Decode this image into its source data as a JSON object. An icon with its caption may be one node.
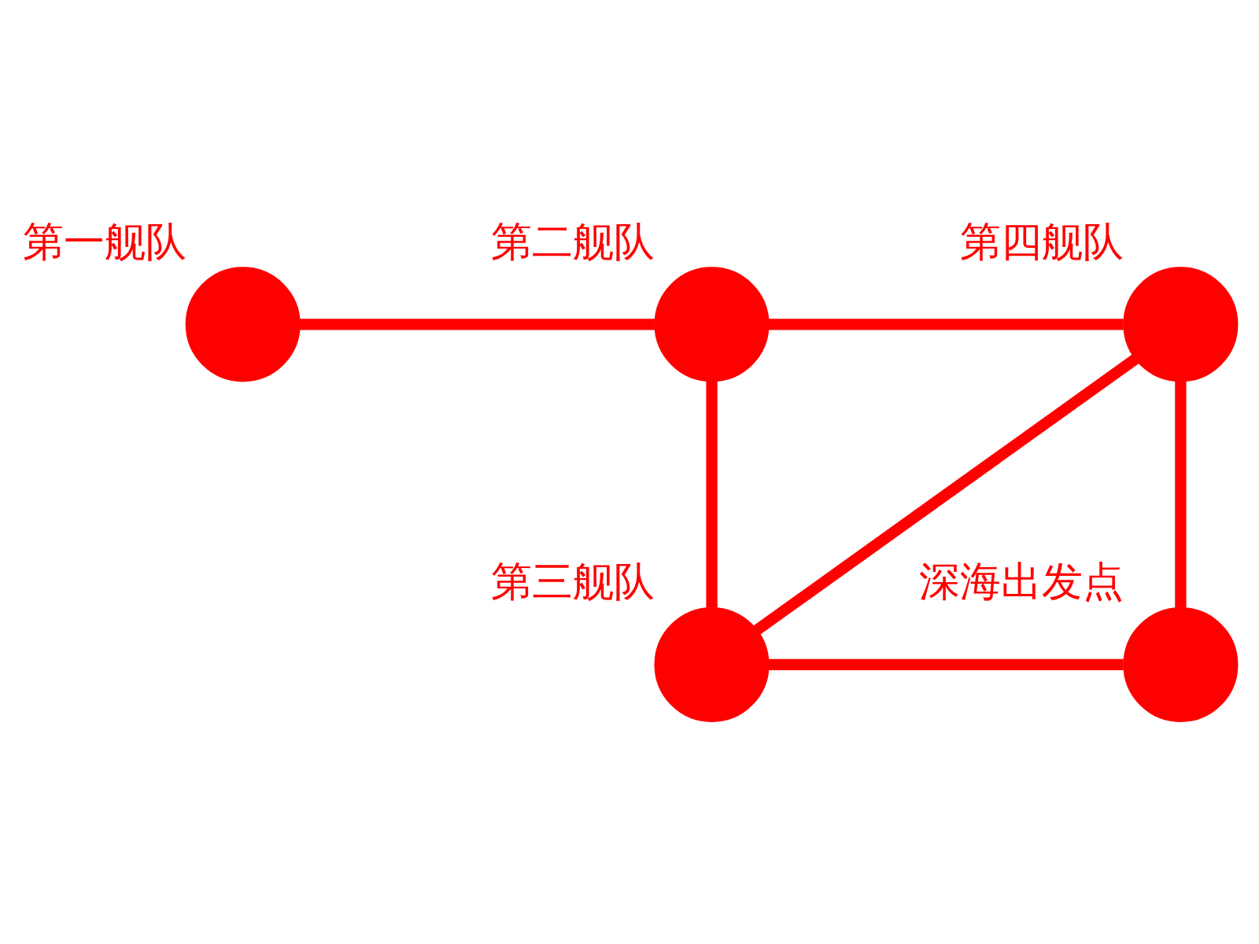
{
  "diagram": {
    "nodes": [
      {
        "text": [
          "第一舰队"
        ]
      },
      {
        "text": [
          "第二舰队"
        ]
      },
      {
        "text": [
          "第四舰队"
        ]
      },
      {
        "text": [
          "第三舰队"
        ]
      },
      {
        "text": [
          "深海出发点"
        ]
      }
    ],
    "edges": [
      {
        "from": 0,
        "to": 1,
        "arrow": "none"
      },
      {
        "from": 1,
        "to": 2,
        "arrow": "none"
      },
      {
        "from": 1,
        "to": 3,
        "arrow": "none"
      },
      {
        "from": 3,
        "to": 2,
        "arrow": "none"
      },
      {
        "from": 2,
        "to": 4,
        "arrow": "none"
      },
      {
        "from": 3,
        "to": 4,
        "arrow": "none"
      }
    ]
  }
}
